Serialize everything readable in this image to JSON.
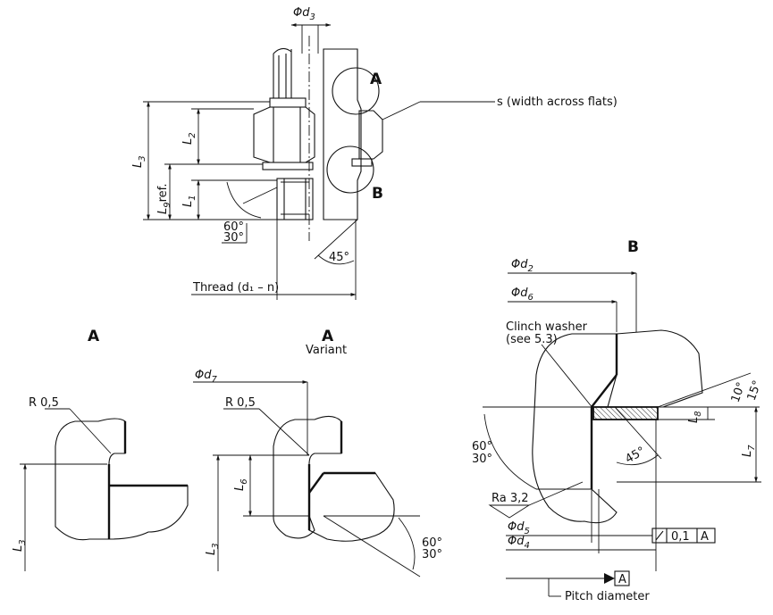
{
  "top_view": {
    "phi_d3": "Φd",
    "phi_d3_sub": "3",
    "label_A": "A",
    "label_B": "B",
    "s_label": "s (width across flats)",
    "L3": "L",
    "L3_sub": "3",
    "L2": "L",
    "L2_sub": "2",
    "L9_ref": "L",
    "L9_sub": "9",
    "L9_suffix": "ref.",
    "L1": "L",
    "L1_sub": "1",
    "angle_60": "60°",
    "angle_30": "30°",
    "angle_45": "45°",
    "thread_label": "Thread (d₁ – n)"
  },
  "detail_A": {
    "title": "A",
    "r_label": "R 0,5",
    "L3": "L",
    "L3_sub": "3"
  },
  "detail_A_variant": {
    "title": "A",
    "subtitle": "Variant",
    "phi_d7": "Φd",
    "phi_d7_sub": "7",
    "r_label": "R 0,5",
    "L6": "L",
    "L6_sub": "6",
    "L3": "L",
    "L3_sub": "3",
    "angle_60": "60°",
    "angle_30": "30°"
  },
  "detail_B": {
    "title": "B",
    "phi_d2": "Φd",
    "phi_d2_sub": "2",
    "phi_d6": "Φd",
    "phi_d6_sub": "6",
    "clinch_line1": "Clinch washer",
    "clinch_line2": "(see 5.3)",
    "angle_10": "10°",
    "angle_15": "15°",
    "L8": "L",
    "L8_sub": "8",
    "L7": "L",
    "L7_sub": "7",
    "angle_60": "60°",
    "angle_30": "30°",
    "angle_45": "45°",
    "ra_label": "Ra 3,2",
    "phi_d5": "Φd",
    "phi_d5_sub": "5",
    "phi_d4": "Φd",
    "phi_d4_sub": "4",
    "tol_value": "0,1",
    "tol_datum": "A",
    "datum_A": "A",
    "pitch_label": "Pitch diameter"
  }
}
